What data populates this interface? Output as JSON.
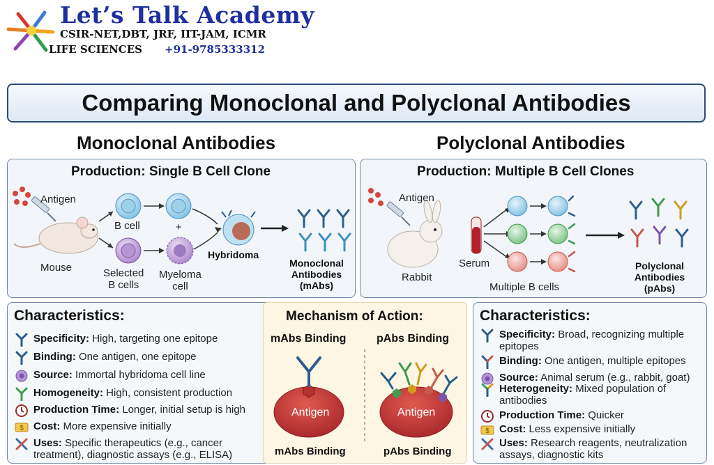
{
  "brand": {
    "title": "Let’s Talk Academy",
    "subtitle": "CSIR-NET,DBT, JRF, IIT-JAM, ICMR",
    "line3": "LIFE SCIENCES",
    "phone": "+91-9785333312"
  },
  "main_title": "Comparing Monoclonal and Polyclonal Antibodies",
  "monoclonal": {
    "heading": "Monoclonal Antibodies",
    "production_title": "Production: Single B Cell Clone",
    "labels": {
      "antigen": "Antigen",
      "mouse": "Mouse",
      "b_cell": "B cell",
      "plus": "+",
      "selected": "Selected\nB cells",
      "myeloma": "Myeloma\ncell",
      "hybridoma": "Hybridoma",
      "product": "Monoclonal\nAntibodies\n(mAbs)"
    },
    "characteristics": {
      "heading": "Characteristics:",
      "items": [
        {
          "icon": "antibody-blue-icon",
          "label": "Specificity:",
          "text": "High, targeting one epitope"
        },
        {
          "icon": "antibody-blue-icon",
          "label": "Binding:",
          "text": "One antigen, one epitope"
        },
        {
          "icon": "cell-purple-icon",
          "label": "Source:",
          "text": "Immortal hybridoma cell line"
        },
        {
          "icon": "antibody-green-icon",
          "label": "Homogeneity:",
          "text": "High, consistent production"
        },
        {
          "icon": "clock-icon",
          "label": "Production Time:",
          "text": "Longer, initial setup is high"
        },
        {
          "icon": "money-icon",
          "label": "Cost:",
          "text": "More expensive initially"
        },
        {
          "icon": "tools-icon",
          "label": "Uses:",
          "text": "Specific therapeutics (e.g., cancer treatment), diagnostic assays (e.g., ELISA)"
        }
      ]
    }
  },
  "polyclonal": {
    "heading": "Polyclonal Antibodies",
    "production_title": "Production: Multiple B Cell Clones",
    "labels": {
      "antigen": "Antigen",
      "rabbit": "Rabbit",
      "serum": "Serum",
      "multiple": "Multiple B cells",
      "product": "Polyclonal\nAntibodies\n(pAbs)"
    },
    "characteristics": {
      "heading": "Characteristics:",
      "items": [
        {
          "icon": "antibody-blue-icon",
          "label": "Specificity:",
          "text": "Broad, recognizing multiple epitopes"
        },
        {
          "icon": "antibody-red-icon",
          "label": "Binding:",
          "text": "One antigen, multiple epitopes"
        },
        {
          "icon": "cell-purple-icon",
          "label": "Source:",
          "text": "Animal serum (e.g., rabbit, goat)"
        },
        {
          "icon": "antibody-multi-icon",
          "label": "Heterogeneity:",
          "text": "Mixed population of antibodies"
        },
        {
          "icon": "clock-icon",
          "label": "Production Time:",
          "text": "Quicker"
        },
        {
          "icon": "money-icon",
          "label": "Cost:",
          "text": "Less expensive initially"
        },
        {
          "icon": "tools-icon",
          "label": "Uses:",
          "text": "Research reagents, neutralization assays, diagnostic kits"
        }
      ]
    }
  },
  "mechanism": {
    "title": "Mechanism of Action:",
    "mabs_binding": "mAbs Binding",
    "pabs_binding": "pAbs Binding",
    "antigen": "Antigen",
    "mabs_caption": "mAbs Binding",
    "pabs_caption": "pAbs Binding"
  },
  "colors": {
    "title_border": "#2c4b78",
    "panel_bg": "#f2f6fa",
    "mech_bg": "#fdf6e3",
    "antigen_red": "#c0392b",
    "brand_blue": "#1e2f9e"
  }
}
